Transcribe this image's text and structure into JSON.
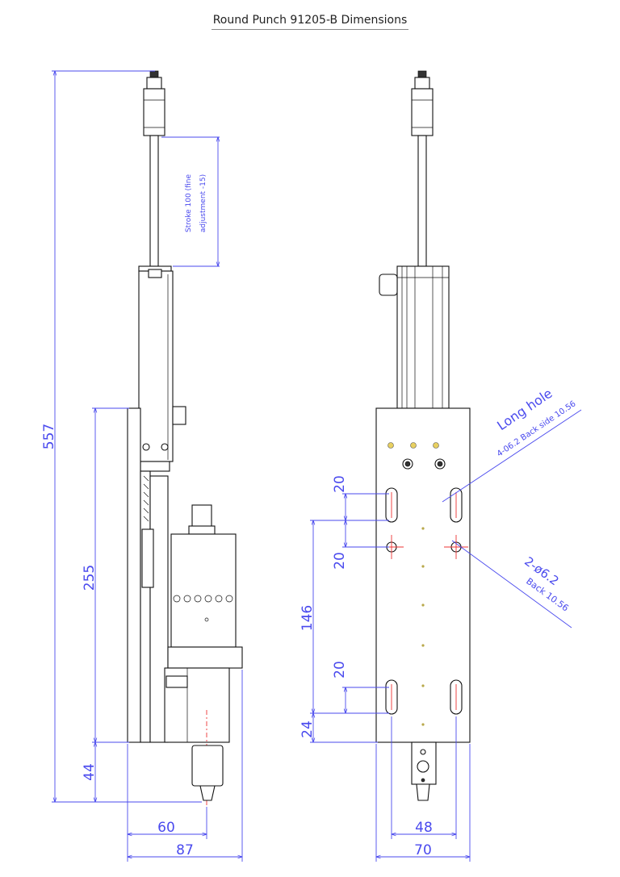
{
  "title": "Round Punch 91205-B Dimensions",
  "colors": {
    "dimension": "#4a4aee",
    "outline": "#111111",
    "center_mark": "#ee3333"
  },
  "side_view": {
    "overall_height": "557",
    "stroke_note_line1": "Stroke 100 (fine",
    "stroke_note_line2": "adjustment -15)",
    "plate_height": "255",
    "tip_height": "44",
    "tip_offset": "60",
    "overall_width": "87"
  },
  "front_view": {
    "long_hole_title": "Long hole",
    "long_hole_note": "4-06.2 Back side 10.56",
    "hole_note_line1": "2-ø6.2",
    "hole_note_line2": "Back 10.56",
    "slot_height_top": "20",
    "slot_gap": "20",
    "slot_spacing": "146",
    "slot_height_bottom": "20",
    "bottom_offset": "24",
    "hole_spacing": "48",
    "overall_width": "70"
  }
}
